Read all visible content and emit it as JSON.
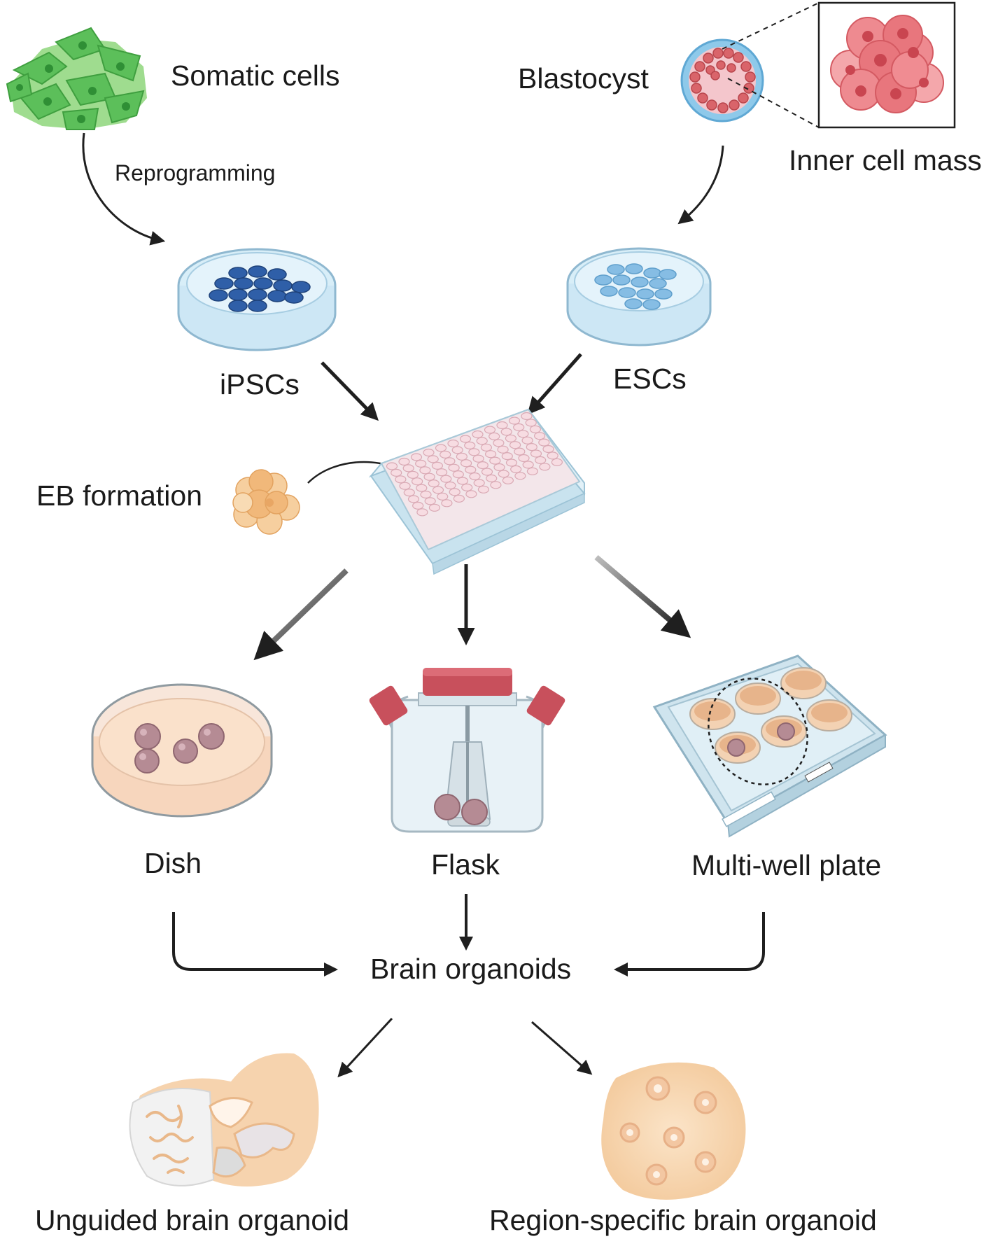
{
  "labels": {
    "somatic": "Somatic cells",
    "blastocyst": "Blastocyst",
    "inner_cell_mass": "Inner cell mass",
    "reprogramming": "Reprogramming",
    "ipscs": "iPSCs",
    "escs": "ESCs",
    "eb_formation": "EB formation",
    "dish": "Dish",
    "flask": "Flask",
    "multiwell": "Multi-well plate",
    "brain_organoids": "Brain organoids",
    "unguided": "Unguided brain organoid",
    "region_specific": "Region-specific brain organoid"
  },
  "colors": {
    "somatic_green": "#5cbf5a",
    "blastocyst_red": "#d9646a",
    "ipsc_blue": "#2f5fa8",
    "esc_blue": "#86bde4",
    "eb_orange": "#f1b87a",
    "organoid_mauve": "#b58b94",
    "organoid_peach": "#f6d3ae",
    "flask_cap": "#c8505c",
    "arrow": "#1f1f1f"
  }
}
